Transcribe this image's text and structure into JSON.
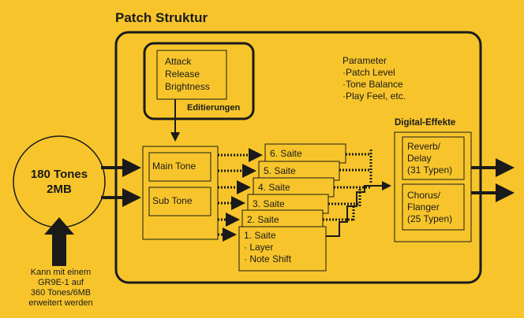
{
  "title": "Patch Struktur",
  "source": {
    "line1": "180 Tones",
    "line2": "2MB"
  },
  "expansion_note": [
    "Kann mit einem",
    "GR9E-1 auf",
    "360 Tones/6MB",
    "erweitert werden"
  ],
  "edit_params": [
    "Attack",
    "Release",
    "Brightness"
  ],
  "edit_label": "Editierungen",
  "tones": {
    "main": "Main Tone",
    "sub": "Sub Tone"
  },
  "parameters": {
    "heading": "Parameter",
    "items": [
      "·Patch Level",
      "·Tone Balance",
      "·Play Feel, etc."
    ]
  },
  "strings": [
    "6. Saite",
    "5. Saite",
    "4. Saite",
    "3. Saite",
    "2. Saite",
    "1. Saite"
  ],
  "string_details": [
    "· Layer",
    "· Note Shift"
  ],
  "effects": {
    "heading": "Digital-Effekte",
    "reverb": [
      "Reverb/",
      "Delay",
      "(31 Typen)"
    ],
    "chorus": [
      "Chorus/",
      "Flanger",
      "(25 Typen)"
    ]
  },
  "colors": {
    "background": "#f7c52b",
    "ink": "#1a1a1a"
  }
}
